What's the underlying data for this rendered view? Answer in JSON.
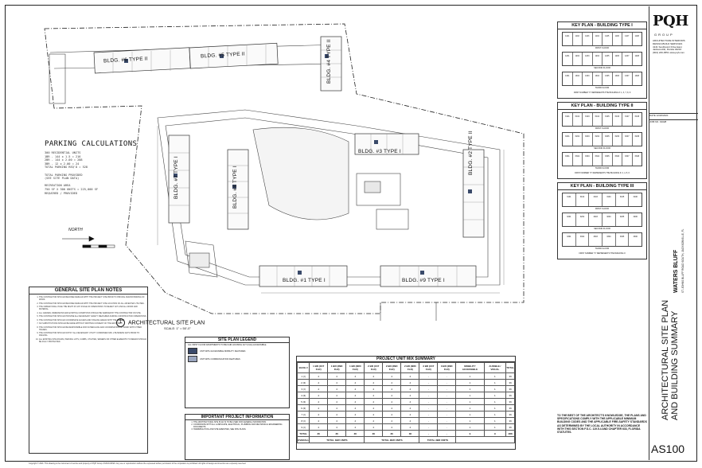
{
  "parking": {
    "title": "PARKING CALCULATIONS",
    "rows": [
      "300 RESIDENTIAL UNITS",
      "1BR - 144 x 1.5 = 216",
      "2BR - 144 x 2.00 = 288",
      "3BR - 12 x 2.00 = 24",
      "TOTAL PARKING REQ'D = 528",
      "",
      "TOTAL PARKING PROVIDED",
      "(SEE SITE PLAN DATA)",
      "",
      "RECREATION AREA",
      "750 SF X 300 UNITS = 225,000 SF",
      "REQUIRED / PROVIDED"
    ],
    "north_label": "NORTH"
  },
  "general_notes": {
    "title": "GENERAL SITE PLAN NOTES",
    "items": [
      "THE CONTRACTOR SHOULD BECOME FAMILIAR WITH THE PROJECT SITE PRIOR TO PRICING AND/OR BIDDING OF WORK.",
      "THE CONTRACTOR SHOULD BECOME FAMILIAR WITH THE PROJECT SITE LOCATION OF ALL AFFECTED UTILITIES.",
      "THE OWNER SHALL HAVE THE RIGHT AT ANY STAGE OF OPERATIONS TO REJECT ANY AND ALL WORK AND MATERIAL.",
      "ALL GRADES, DIMENSIONS AND EXISTING CONDITIONS SHOULD BE VERIFIED BY THE CONTRACTOR ON SITE.",
      "THE CONTRACTOR SHOULD PROVIDE ALL NECESSARY SAFETY MEASURES DURING CONSTRUCTION OPERATIONS.",
      "THE CONTRACTOR SHOULD COORDINATE ACCESS AND STAGING AREAS WITH THE OWNER.",
      "NO SUBSTITUTIONS SHOULD BE MADE WITHOUT WRITTEN CONSENT OF THE ARCHITECT.",
      "THE CONTRACTOR SHOULD BE RESPONSIBLE FOR SCHEDULING AND COORDINATION OF WORK WITH OTHER TRADES.",
      "THE CONTRACTOR SHOULD NOTIFY ALL NECESSARY UTILITY COMPANIES MIN. 2 BUSINESS DAYS PRIOR TO DIGGING.",
      "ALL EXISTING SITE ROADS, PARKING LOTS, CURBS, UTILITIES, SEWERS OR OTHER ELEMENTS TO REMAIN SHOULD BE FULLY PROTECTED."
    ]
  },
  "site_plan_label": {
    "number": "1",
    "title": "ARCHITECTURAL SITE PLAN",
    "scale": "SCALE: 1\" = 50'-0\""
  },
  "buildings": [
    {
      "label": "BLDG. #1 TYPE I"
    },
    {
      "label": "BLDG. #2 TYPE II"
    },
    {
      "label": "BLDG. #3 TYPE I"
    },
    {
      "label": "BLDG. #4 TYPE II"
    },
    {
      "label": "BLDG. #5 TYPE II"
    },
    {
      "label": "BLDG. #6 TYPE II"
    },
    {
      "label": "BLDG. #7 TYPE I"
    },
    {
      "label": "BLDG. #8 TYPE I"
    },
    {
      "label": "BLDG. #9 TYPE I"
    }
  ],
  "legend": {
    "title": "SITE PLAN LEGEND",
    "note": "ALL FIRST FLOOR APARTMENTS TO BE FAIR HOUSING ACT (FHA) ACCESSIBLE.",
    "items": [
      "UNIT WITH ACCESSIBLE MOBILITY FEATURES",
      "UNIT WITH COMMUNICATION FEATURES"
    ]
  },
  "important_info": {
    "title": "IMPORTANT PROJECT INFORMATION",
    "items": [
      "THE ARCHITECTURAL SITE PLAN IS TO BE USED FOR GENERAL INFORMATION.",
      "COORDINATE WITH ALL LANDSCAPE, ELECTRICAL, PLUMBING AND MECHANICAL ENGINEERING DOCUMENTS.",
      "SWIMMING POOL AND SITE AMENITIES, SEE SITE PLANS."
    ]
  },
  "unit_mix": {
    "title": "PROJECT UNIT MIX SUMMARY",
    "columns": [
      "BLDG #",
      "1 BR (1ST FLR)",
      "1 BR (2ND FLR)",
      "1 BR (3RD FLR)",
      "2 BR (1ST FLR)",
      "2 BR (2ND FLR)",
      "2 BR (3RD FLR)",
      "3 BR (1ST FLR)",
      "3 BR (2ND FLR)",
      "MOBILITY ACCESSIBLE",
      "AUDIBLE / VISUAL",
      "TOTAL"
    ],
    "rows": [
      [
        "1 (I)",
        "4",
        "4",
        "4",
        "4",
        "4",
        "4",
        "-",
        "-",
        "1",
        "1",
        "36"
      ],
      [
        "2 (II)",
        "4",
        "4",
        "4",
        "4",
        "4",
        "4",
        "-",
        "-",
        "1",
        "1",
        "36"
      ],
      [
        "3 (I)",
        "4",
        "4",
        "4",
        "4",
        "4",
        "4",
        "-",
        "-",
        "1",
        "1",
        "36"
      ],
      [
        "4 (II)",
        "4",
        "4",
        "4",
        "4",
        "4",
        "4",
        "-",
        "-",
        "1",
        "1",
        "36"
      ],
      [
        "5 (II)",
        "4",
        "4",
        "4",
        "4",
        "4",
        "4",
        "-",
        "-",
        "1",
        "1",
        "36"
      ],
      [
        "6 (II)",
        "4",
        "4",
        "4",
        "4",
        "4",
        "4",
        "-",
        "-",
        "1",
        "1",
        "36"
      ],
      [
        "7 (I)",
        "4",
        "4",
        "4",
        "4",
        "4",
        "4",
        "-",
        "-",
        "1",
        "1",
        "36"
      ],
      [
        "8 (I)",
        "4",
        "4",
        "4",
        "4",
        "4",
        "4",
        "-",
        "-",
        "1",
        "1",
        "36"
      ],
      [
        "9 (I)",
        "4",
        "4",
        "4",
        "4",
        "4",
        "4",
        "-",
        "-",
        "1",
        "1",
        "36"
      ]
    ],
    "total_row": [
      "TOTAL",
      "36",
      "36",
      "36",
      "36",
      "36",
      "36",
      "-",
      "-",
      "9",
      "9",
      "288"
    ],
    "overall_label": "OVERALL",
    "overall_1br": "TOTAL 1BR UNITS",
    "overall_2br": "TOTAL 2BR UNITS",
    "overall_3br": "TOTAL 3BR UNITS"
  },
  "key_plans": [
    {
      "title": "KEY PLAN - BUILDING TYPE I",
      "floors": [
        {
          "caption": "FIRST FLOOR",
          "units": [
            "1101",
            "1102",
            "1103",
            "1104",
            "1105",
            "1106",
            "1107",
            "1108"
          ]
        },
        {
          "caption": "SECOND FLOOR",
          "units": [
            "1201",
            "1202",
            "1203",
            "1204",
            "1205",
            "1206",
            "1207",
            "1208"
          ]
        },
        {
          "caption": "THIRD FLOOR",
          "units": [
            "1301",
            "1302",
            "1303",
            "1304",
            "1305",
            "1306",
            "1307",
            "1308"
          ]
        }
      ],
      "note": "FIRST NUMBER \"X\" REPRESENTS THE BUILDING #: 1, 3, 7, 8, 9"
    },
    {
      "title": "KEY PLAN - BUILDING TYPE II",
      "floors": [
        {
          "caption": "FIRST FLOOR",
          "units": [
            "X101",
            "X102",
            "X103",
            "X104",
            "X105",
            "X106",
            "X107",
            "X108"
          ]
        },
        {
          "caption": "SECOND FLOOR",
          "units": [
            "X201",
            "X202",
            "X203",
            "X204",
            "X205",
            "X206",
            "X207",
            "X208"
          ]
        },
        {
          "caption": "THIRD FLOOR",
          "units": [
            "X301",
            "X302",
            "X303",
            "X304",
            "X305",
            "X306",
            "X307",
            "X308"
          ]
        }
      ],
      "note": "FIRST NUMBER \"X\" REPRESENTS THE BUILDING #: 2, 4, 5, 6"
    },
    {
      "title": "KEY PLAN - BUILDING TYPE III",
      "floors": [
        {
          "caption": "FIRST FLOOR",
          "units": [
            "3101",
            "3102",
            "3103",
            "3104",
            "3105",
            "3106"
          ]
        },
        {
          "caption": "SECOND FLOOR",
          "units": [
            "3201",
            "3202",
            "3203",
            "3204",
            "3205",
            "3206"
          ]
        },
        {
          "caption": "THIRD FLOOR",
          "units": [
            "3301",
            "3302",
            "3303",
            "3304",
            "3305",
            "3306"
          ]
        }
      ],
      "note": "FIRST NUMBER \"X\" REPRESENTS THE BUILDING #"
    }
  ],
  "disclaimer": "TO THE BEST OF THE ARCHITECT'S KNOWLEDGE, THE PLANS AND SPECIFICATIONS COMPLY WITH THE APPLICABLE MINIMUM BUILDING CODES AND THE APPLICABLE FIRE-SAFETY STANDARDS AS DETERMINED BY THE LOCAL AUTHORITY IN ACCORDANCE WITH THIS SECTION F.S.C. 119.5.4 AND CHAPTER 633, FLORIDA STATUTES.",
  "title_block": {
    "logo": "PQH",
    "group": "GROUP",
    "firm_lines": [
      "ARCHITECTURE INTERIORS",
      "DESIGN-BUILD SERVICES",
      "4141 Southpoint Drive East",
      "Jacksonville, Florida 32216",
      "(904) 229-0551 www.pqh.com"
    ],
    "date_label": "DATE",
    "date_value": "12/20/2021",
    "job_label": "JOB NO.",
    "job_value": "19028",
    "project_name": "WATERS BLUFF",
    "project_address": "ST. JOHNS BLUFF ROAD SOUTH, JACKSONVILLE, FL",
    "sheet_title_1": "ARCHITECTURAL SITE PLAN",
    "sheet_title_2": "AND BUILDING SUMMARY",
    "sheet_number": "AS100"
  },
  "copyright": "Copyright © 2021. This drawing is the instrument of service and property of PQH Group. ASSOCIATES: Any use or reproduction without the expressed written permission of the corporation is prohibited. All rights of design and invention are expressly reserved."
}
